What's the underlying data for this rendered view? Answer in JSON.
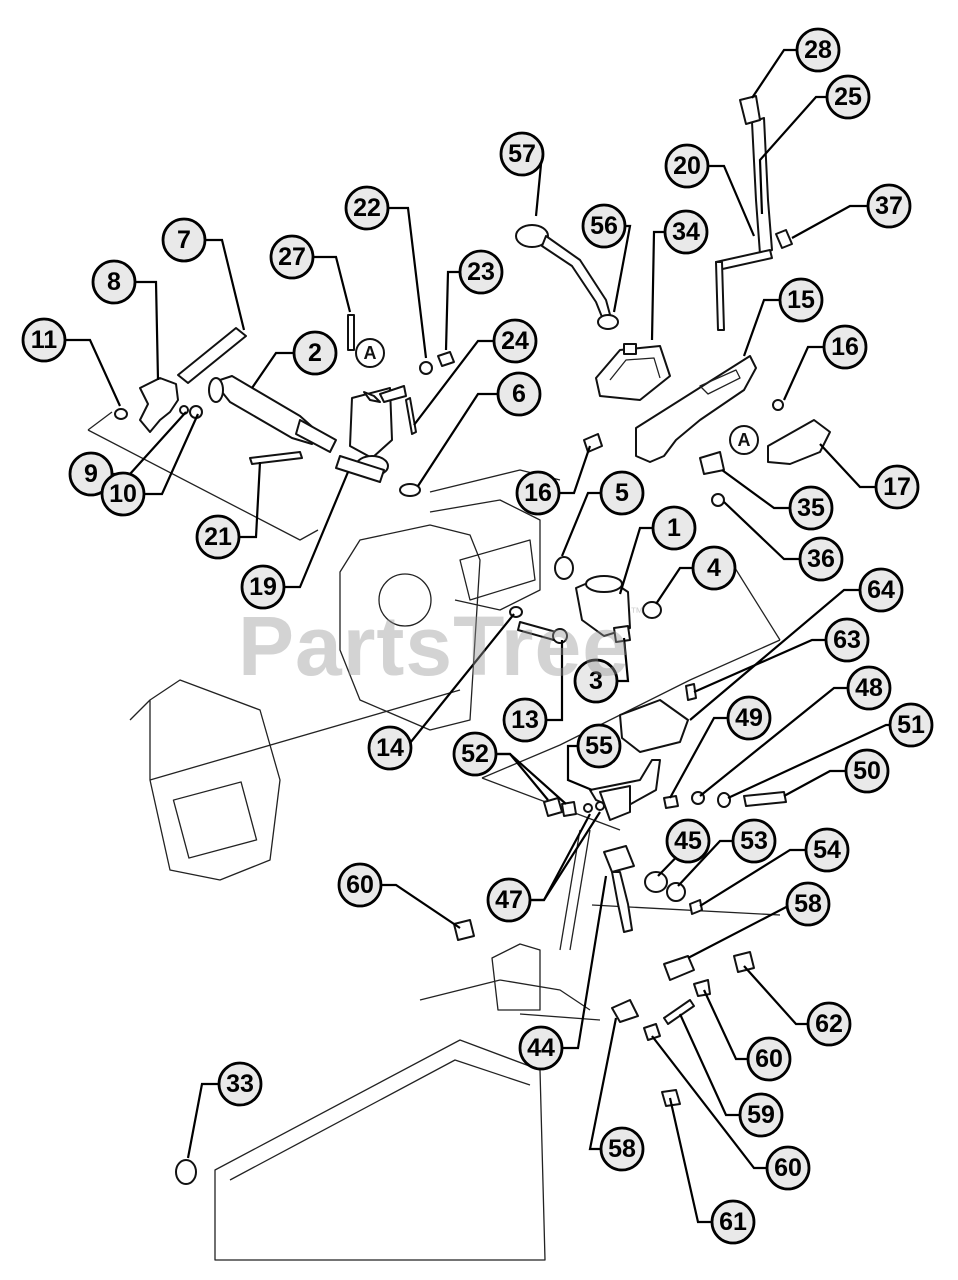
{
  "watermark": {
    "text": "PartsTree",
    "trademark": "™"
  },
  "markers": [
    "A",
    "A"
  ],
  "callouts": [
    "28",
    "25",
    "57",
    "20",
    "37",
    "56",
    "34",
    "22",
    "23",
    "7",
    "27",
    "15",
    "16",
    "8",
    "24",
    "2",
    "11",
    "6",
    "9",
    "10",
    "21",
    "16",
    "5",
    "1",
    "17",
    "35",
    "36",
    "4",
    "19",
    "64",
    "3",
    "63",
    "13",
    "48",
    "49",
    "14",
    "52",
    "55",
    "51",
    "50",
    "45",
    "53",
    "54",
    "47",
    "60",
    "58",
    "62",
    "60",
    "44",
    "59",
    "33",
    "58",
    "60",
    "61"
  ]
}
